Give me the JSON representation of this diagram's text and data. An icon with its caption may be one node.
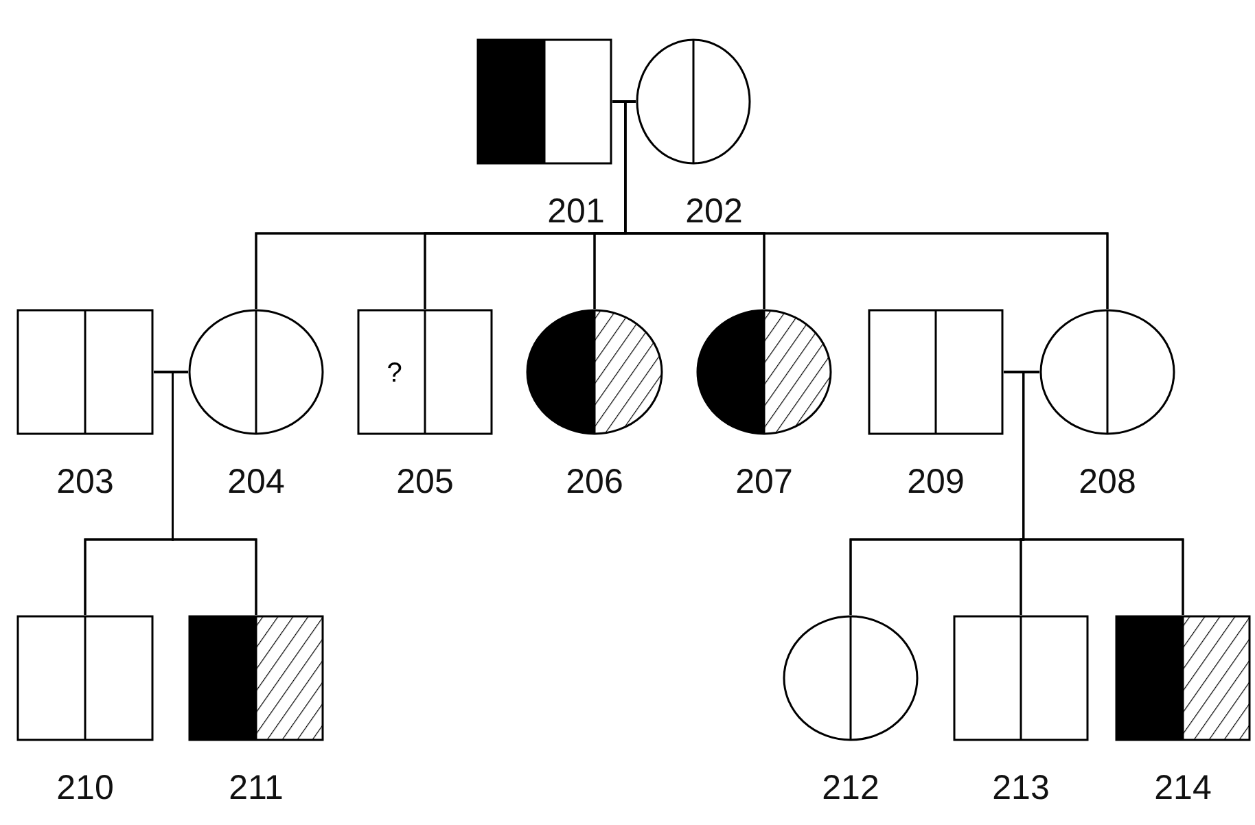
{
  "diagram": {
    "nodes": [
      {
        "text": [],
        "shape": "box",
        "beside": [
          "201"
        ]
      },
      {
        "text": [],
        "shape": "circle",
        "beside": [
          "202"
        ]
      },
      {
        "text": [],
        "shape": "box",
        "beside": [
          "203"
        ]
      },
      {
        "text": [],
        "shape": "circle",
        "beside": [
          "204"
        ]
      },
      {
        "text": [
          "?"
        ],
        "beside": [
          "205"
        ]
      },
      {
        "text": [],
        "shape": "circle",
        "beside": [
          "206"
        ]
      },
      {
        "text": [],
        "shape": "circle",
        "beside": [
          "207"
        ]
      },
      {
        "text": [],
        "shape": "box",
        "beside": [
          "209"
        ]
      },
      {
        "text": [],
        "shape": "circle",
        "beside": [
          "208"
        ]
      },
      {
        "text": [],
        "shape": "box",
        "beside": [
          "210"
        ]
      },
      {
        "text": [],
        "shape": "box",
        "beside": [
          "211"
        ]
      },
      {
        "text": [],
        "shape": "circle",
        "beside": [
          "212"
        ]
      },
      {
        "text": [],
        "shape": "box",
        "beside": [
          "213"
        ]
      },
      {
        "text": [],
        "shape": "box",
        "beside": [
          "214"
        ]
      }
    ],
    "edges": [
      {
        "from": 0,
        "to": 1,
        "arrow": "none"
      },
      {
        "from": 0,
        "to": 3,
        "arrow": "none"
      },
      {
        "from": 0,
        "to": 4,
        "arrow": "none"
      },
      {
        "from": 0,
        "to": 5,
        "arrow": "none"
      },
      {
        "from": 0,
        "to": 6,
        "arrow": "none"
      },
      {
        "from": 0,
        "to": 8,
        "arrow": "none"
      },
      {
        "from": 1,
        "to": 3,
        "arrow": "none"
      },
      {
        "from": 1,
        "to": 4,
        "arrow": "none"
      },
      {
        "from": 1,
        "to": 5,
        "arrow": "none"
      },
      {
        "from": 1,
        "to": 6,
        "arrow": "none"
      },
      {
        "from": 1,
        "to": 8,
        "arrow": "none"
      },
      {
        "from": 2,
        "to": 3,
        "arrow": "none"
      },
      {
        "from": 2,
        "to": 9,
        "arrow": "none"
      },
      {
        "from": 2,
        "to": 10,
        "arrow": "none"
      },
      {
        "from": 3,
        "to": 9,
        "arrow": "none"
      },
      {
        "from": 3,
        "to": 10,
        "arrow": "none"
      },
      {
        "from": 7,
        "to": 8,
        "arrow": "none"
      },
      {
        "from": 7,
        "to": 11,
        "arrow": "none"
      },
      {
        "from": 7,
        "to": 12,
        "arrow": "none"
      },
      {
        "from": 7,
        "to": 13,
        "arrow": "none"
      },
      {
        "from": 8,
        "to": 11,
        "arrow": "none"
      },
      {
        "from": 8,
        "to": 12,
        "arrow": "none"
      },
      {
        "from": 8,
        "to": 13,
        "arrow": "none"
      }
    ]
  }
}
